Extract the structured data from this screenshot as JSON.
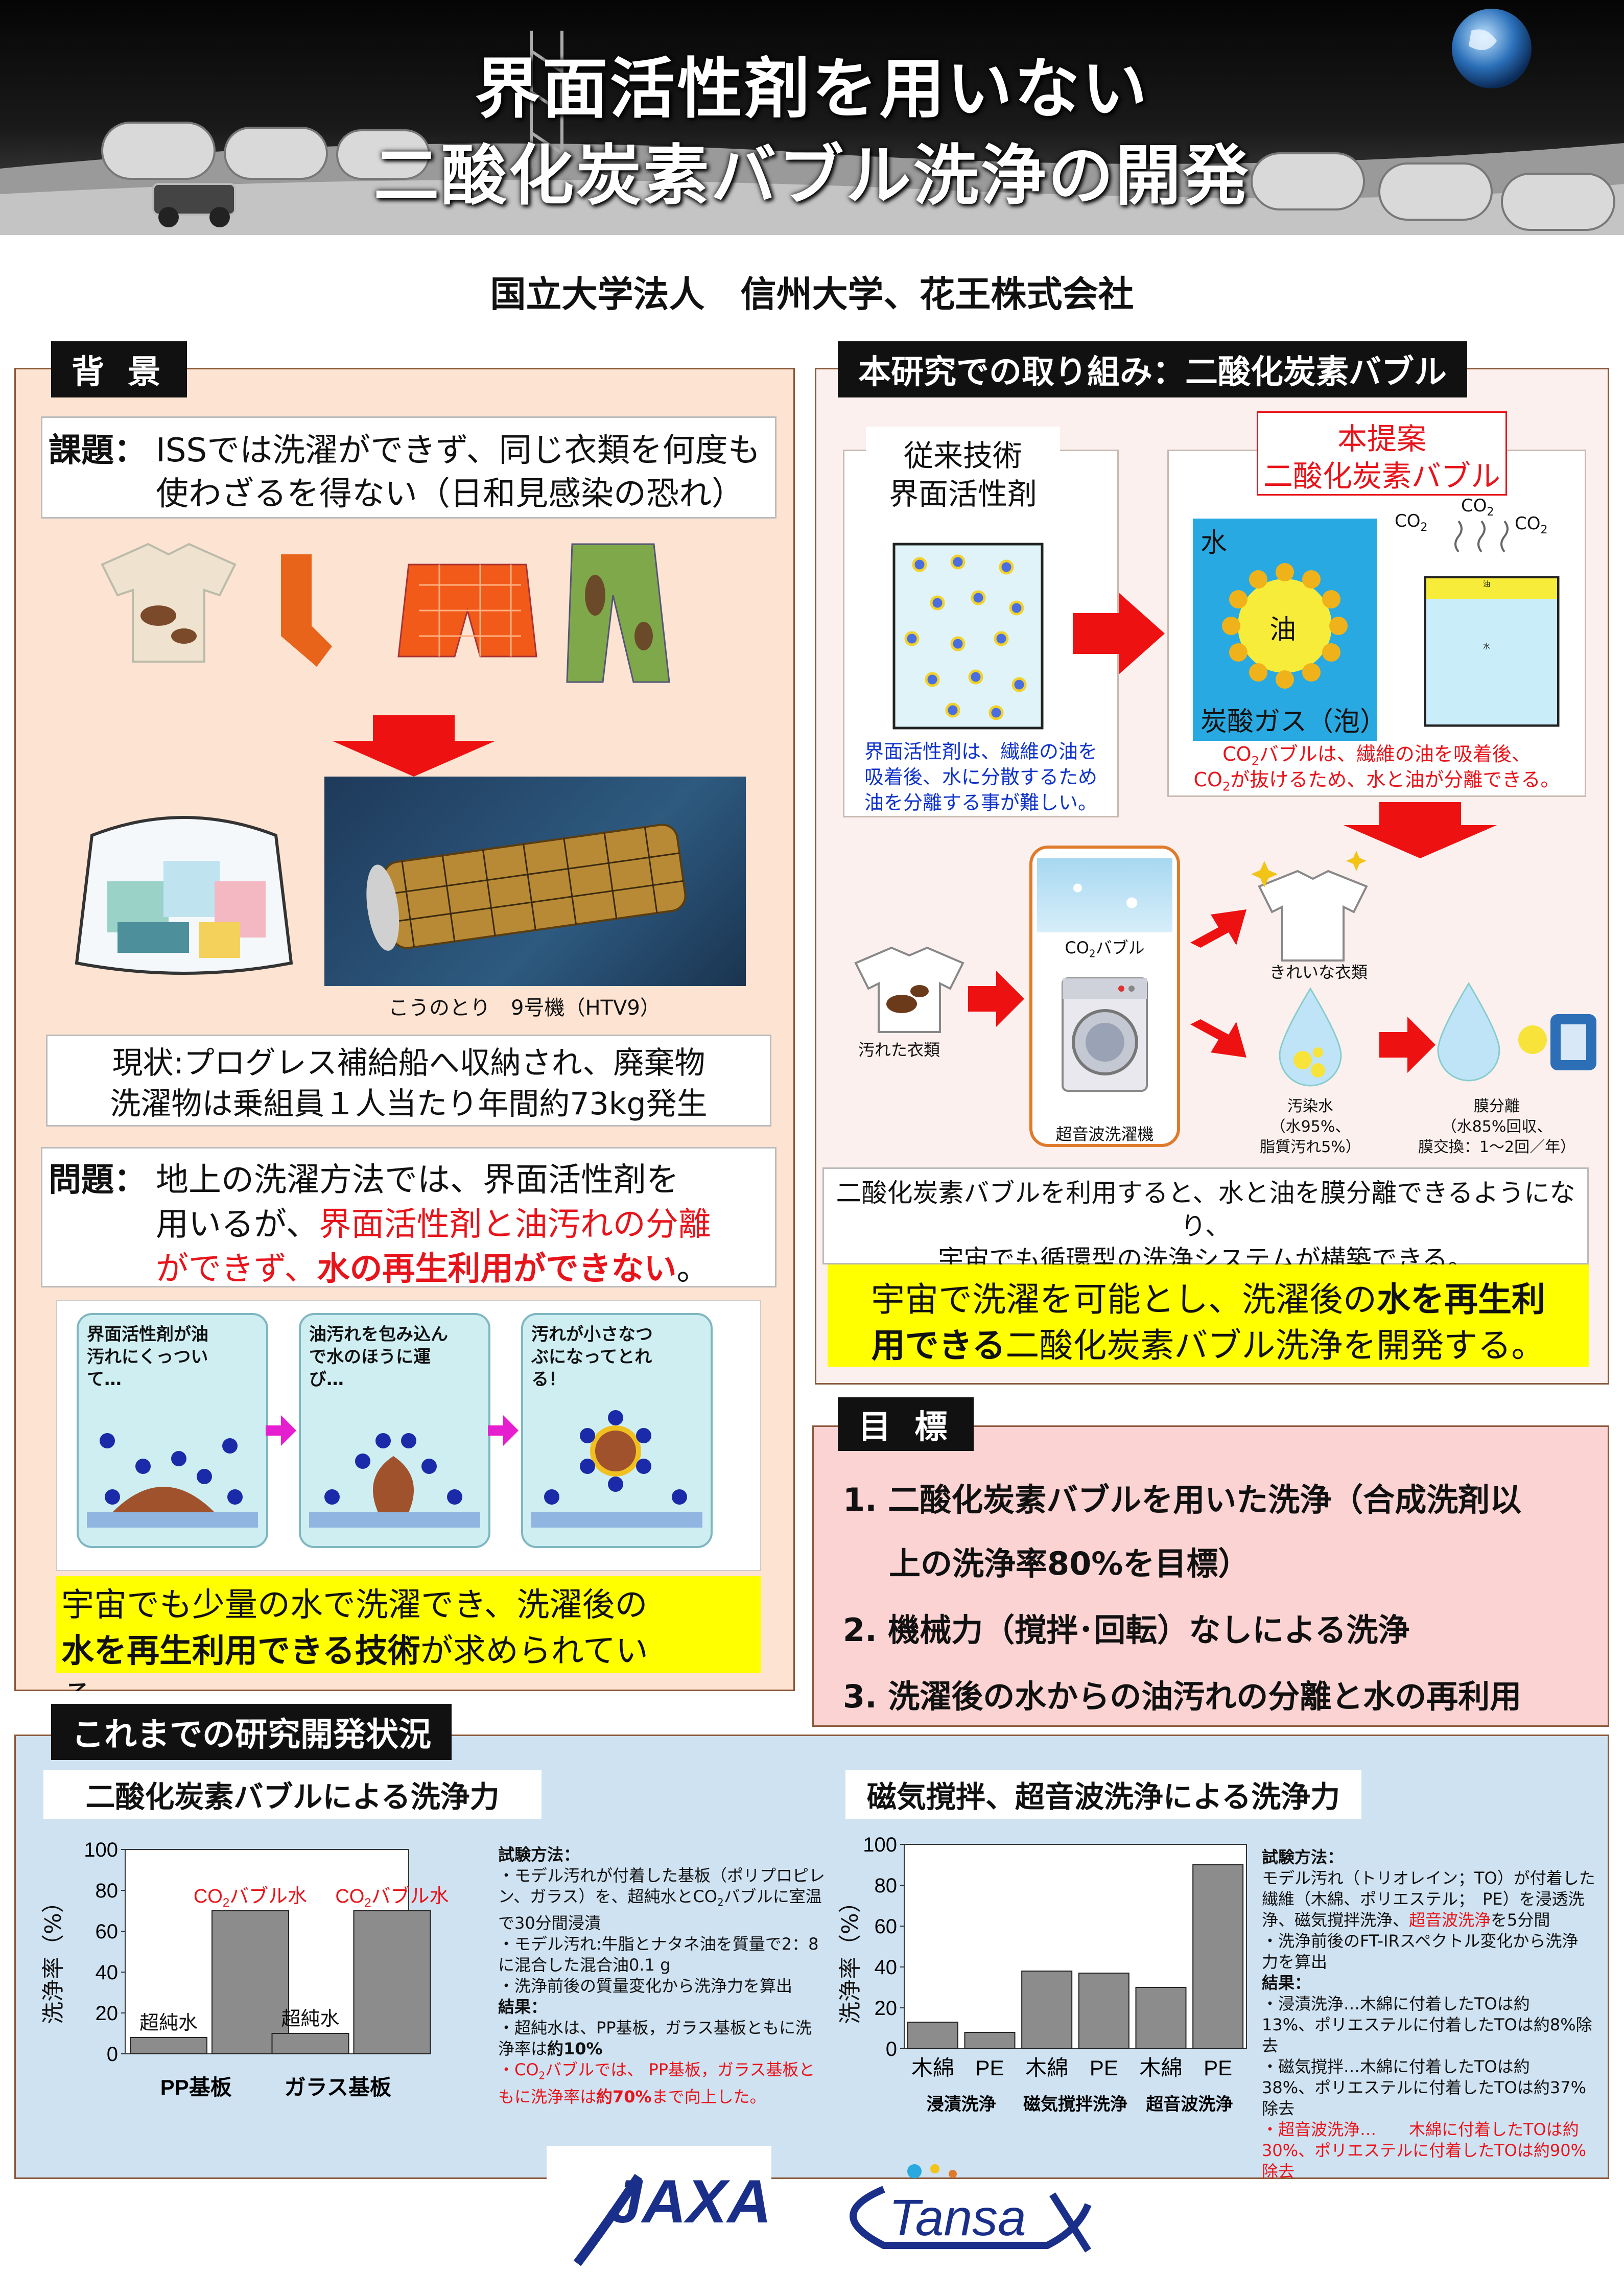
{
  "header": {
    "title_line1": "界面活性剤を用いない",
    "title_line2": "二酸化炭素バブル洗浄の開発"
  },
  "affiliation": "国立大学法人　信州大学、花王株式会社",
  "background": {
    "tag": "背 景",
    "issue_label": "課題：",
    "issue_text_1": "ISSでは洗濯ができず、同じ衣類を何度も",
    "issue_text_2": "使わざるを得ない（日和見感染の恐れ）",
    "htv_caption": "こうのとり　9号機（HTV9）",
    "status_1": "現状:プログレス補給船へ収納され、廃棄物",
    "status_2": "洗濯物は乗組員１人当たり年間約73kg発生",
    "problem_label": "問題：",
    "problem_1": "地上の洗濯方法では、界面活性剤を",
    "problem_2": "用いるが、",
    "problem_2_red": "界面活性剤と油汚れの分離",
    "problem_3_red": "ができず、",
    "problem_3_bold": "水の再生利用ができない",
    "problem_3_end": "。",
    "step1": "界面活性剤が油汚れにくっついて…",
    "step2": "油汚れを包み込んで水のほうに運び…",
    "step3": "汚れが小さなつぶになってとれる！",
    "need_1": "宇宙でも少量の水で洗濯でき、洗濯後の",
    "need_2_bold": "水を再生利用できる技術",
    "need_2": "が求められてい",
    "need_3": "る。"
  },
  "approach": {
    "tag": "本研究での取り組み：二酸化炭素バブル",
    "conventional_title_1": "従来技術",
    "conventional_title_2": "界面活性剤",
    "conventional_note_1": "界面活性剤は、繊維の油を",
    "conventional_note_2": "吸着後、水に分散するため",
    "conventional_note_3": "油を分離する事が難しい。",
    "proposal_title_1": "本提案",
    "proposal_title_2": "二酸化炭素バブル",
    "water_label": "水",
    "oil_label": "油",
    "gas_label": "炭酸ガス（泡）",
    "co2": "CO",
    "co2_sub": "2",
    "layer_oil": "油",
    "layer_water": "水",
    "proposal_note_1a": "CO",
    "proposal_note_1b": "バブルは、繊維の油を吸着後、",
    "proposal_note_2a": "CO",
    "proposal_note_2b": "が抜けるため、水と油が分離できる。",
    "dirty_clothes": "汚れた衣類",
    "co2_bubble": "CO",
    "co2_bubble_end": "バブル",
    "ultrasonic_machine": "超音波洗濯機",
    "clean_clothes": "きれいな衣類",
    "polluted_water_1": "汚染水",
    "polluted_water_2": "（水95%、",
    "polluted_water_3": "脂質汚れ5%）",
    "membrane_1": "膜分離",
    "membrane_2": "（水85%回収、",
    "membrane_3": "膜交換：1～2回／年）",
    "summary_1": "二酸化炭素バブルを利用すると、水と油を膜分離できるようにな",
    "summary_2": "り、",
    "summary_3": "宇宙でも循環型の洗浄システムが構築できる。",
    "goal_1": "宇宙で洗濯を可能とし、洗濯後の",
    "goal_1_bold": "水を再生利",
    "goal_2_bold": "用できる",
    "goal_2": "二酸化炭素バブル洗浄を開発する。"
  },
  "objectives": {
    "tag": "目 標",
    "item1_a": "1. 二酸化炭素バブルを用いた洗浄（合成洗剤以",
    "item1_b": "上の洗浄率80%を目標）",
    "item2": "2. 機械力（撹拌･回転）なしによる洗浄",
    "item3": "3. 洗濯後の水からの油汚れの分離と水の再利用"
  },
  "progress": {
    "tag": "これまでの研究開発状況",
    "left_title": "二酸化炭素バブルによる洗浄力",
    "right_title": "磁気撹拌、超音波洗浄による洗浄力",
    "ylabel": "洗浄率（%）",
    "left_method_title": "試験方法：",
    "left_method_1": "・モデル汚れが付着した基板（ポリプロピレ",
    "left_method_2": "ン、ガラス）を、超純水とCO",
    "left_method_2b": "バブルに室温",
    "left_method_3": "で30分間浸漬",
    "left_method_4": "・モデル汚れ:牛脂とナタネ油を質量で2：8",
    "left_method_5": "に混合した混合油0.1 g",
    "left_method_6": "・洗浄前後の質量変化から洗浄力を算出",
    "left_result_title": "結果：",
    "left_result_1": "・超純水は、PP基板，ガラス基板ともに洗",
    "left_result_2a": "浄率は",
    "left_result_2b": "約10%",
    "left_result_3a": "・CO",
    "left_result_3b": "バブルでは、 PP基板，ガラス基板と",
    "left_result_4a": "もに洗浄率は",
    "left_result_4b": "約70%",
    "left_result_4c": "まで向上した。",
    "right_method_title": "試験方法：",
    "right_method_1": "モデル汚れ（トリオレイン；TO）が付着した",
    "right_method_2": "繊維（木綿、ポリエステル；　PE）を浸透洗",
    "right_method_3a": "浄、磁気撹拌洗浄、",
    "right_method_3b": "超音波洗浄",
    "right_method_3c": "を5分間",
    "right_method_4": "・洗浄前後のFT-IRスペクトル変化から洗浄",
    "right_method_5": "力を算出",
    "right_result_title": "結果：",
    "right_result_1": "・浸漬洗浄…木綿に付着したTOは約",
    "right_result_2": "13%、ポリエステルに付着したTOは約8%除",
    "right_result_3": "去",
    "right_result_4": "・磁気撹拌…木綿に付着したTOは約",
    "right_result_5": "38%、ポリエステルに付着したTOは約37%",
    "right_result_6": "除去",
    "right_result_7": "・超音波洗浄…　　木綿に付着したTOは約",
    "right_result_8": "30%、ポリエステルに付着したTOは約90%",
    "right_result_9": "除去"
  },
  "logos": {
    "jaxa": "JAXA",
    "tansax": "Tansa"
  },
  "colors": {
    "red": "#e8141b",
    "blue": "#1033c8",
    "yellow": "#ffff00",
    "peach_bg": "#fde3d2",
    "pink_bg": "#fbd3d3",
    "blue_bg": "#cfe2f1",
    "bar": "#8c8c8c"
  },
  "chart_data": [
    {
      "type": "bar",
      "title": "二酸化炭素バブルによる洗浄力",
      "ylabel": "洗浄率（%）",
      "ylim": [
        0,
        100
      ],
      "yticks": [
        0,
        20,
        40,
        60,
        80,
        100
      ],
      "categories": [
        "PP基板",
        "ガラス基板"
      ],
      "series": [
        {
          "name": "超純水",
          "values": [
            8,
            10
          ]
        },
        {
          "name": "CO2バブル水",
          "values": [
            70,
            70
          ]
        }
      ]
    },
    {
      "type": "bar",
      "title": "磁気撹拌、超音波洗浄による洗浄力",
      "ylabel": "洗浄率（%）",
      "ylim": [
        0,
        100
      ],
      "yticks": [
        0,
        20,
        40,
        60,
        80,
        100
      ],
      "groups": [
        "浸漬洗浄",
        "磁気撹拌洗浄",
        "超音波洗浄"
      ],
      "categories": [
        "木綿",
        "PE",
        "木綿",
        "PE",
        "木綿",
        "PE"
      ],
      "values": [
        13,
        8,
        38,
        37,
        30,
        90
      ]
    }
  ]
}
